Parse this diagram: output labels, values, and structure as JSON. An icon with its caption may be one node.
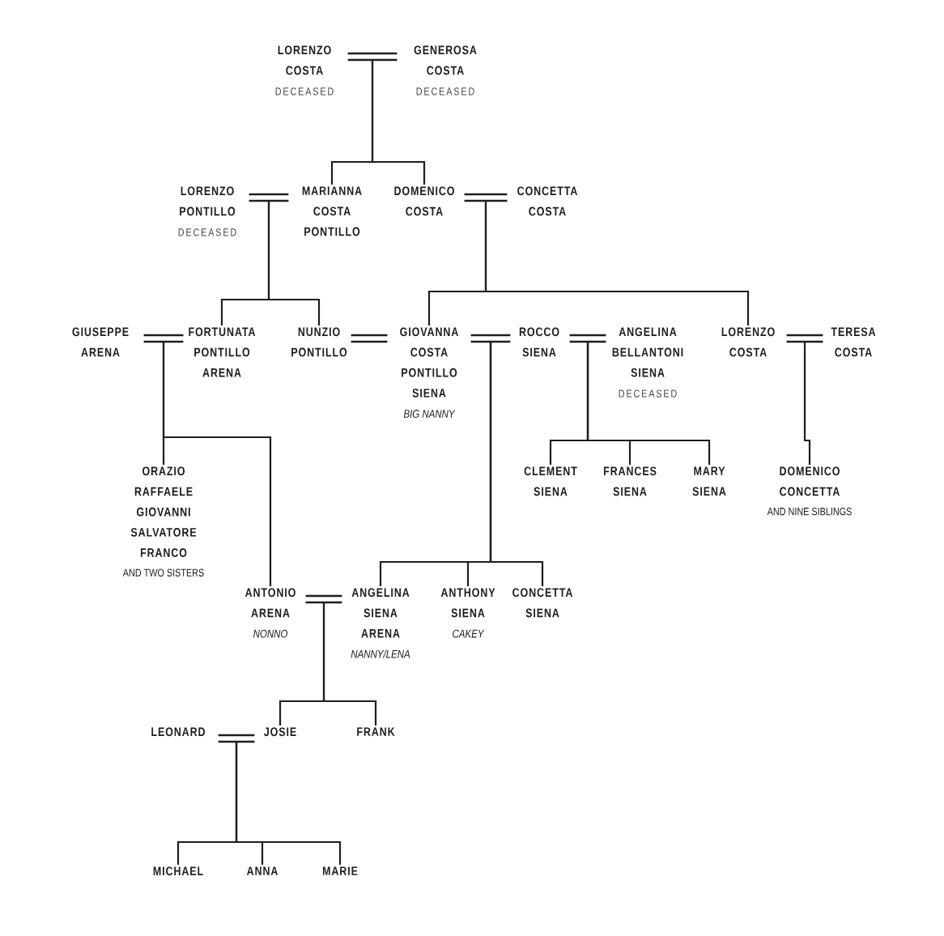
{
  "diagram": {
    "nodes": [
      {
        "text": [
          "LORENZO COSTA",
          "DECEASED"
        ]
      },
      {
        "text": [],
        "shape": "bar"
      },
      {
        "text": [
          "GENEROSA COSTA",
          "DECEASED"
        ]
      },
      {
        "text": [
          "LORENZO PONTILLO",
          "DECEASED"
        ]
      },
      {
        "text": [],
        "shape": "bar"
      },
      {
        "text": [
          "MARIANNA COSTA PONTILLO"
        ]
      },
      {
        "text": [
          "DOMENICO COSTA"
        ]
      },
      {
        "text": [],
        "shape": "bar"
      },
      {
        "text": [
          "CONCETTA COSTA"
        ]
      },
      {
        "text": [
          "GIUSEPPE ARENA"
        ]
      },
      {
        "text": [],
        "shape": "bar"
      },
      {
        "text": [
          "FORTUNATA PONTILLO ARENA"
        ]
      },
      {
        "text": [
          "NUNZIO PONTILLO"
        ]
      },
      {
        "text": [],
        "shape": "bar"
      },
      {
        "text": [
          "GIOVANNA COSTA PONTILLO SIENA",
          "BIG NANNY"
        ]
      },
      {
        "text": [],
        "shape": "bar"
      },
      {
        "text": [
          "ROCCO SIENA"
        ]
      },
      {
        "text": [],
        "shape": "bar"
      },
      {
        "text": [
          "ANGELINA BELLANTONI SIENA",
          "DECEASED"
        ]
      },
      {
        "text": [
          "LORENZO COSTA"
        ]
      },
      {
        "text": [],
        "shape": "bar"
      },
      {
        "text": [
          "TERESA COSTA"
        ]
      },
      {
        "text": [
          "ORAZIO RAFFAELE GIOVANNI SALVATORE FRANCO",
          "AND TWO SISTERS"
        ]
      },
      {
        "text": [
          "CLEMENT SIENA"
        ]
      },
      {
        "text": [
          "FRANCES SIENA"
        ]
      },
      {
        "text": [
          "MARY SIENA"
        ]
      },
      {
        "text": [
          "DOMENICO CONCETTA",
          "AND NINE SIBLINGS"
        ]
      },
      {
        "text": [
          "ANTONIO ARENA",
          "NONNO"
        ]
      },
      {
        "text": [],
        "shape": "bar"
      },
      {
        "text": [
          "ANGELINA SIENA ARENA",
          "NANNY/LENA"
        ]
      },
      {
        "text": [
          "ANTHONY SIENA",
          "CAKEY"
        ]
      },
      {
        "text": [
          "CONCETTA SIENA"
        ]
      },
      {
        "text": [
          "LEONARD"
        ]
      },
      {
        "text": [],
        "shape": "bar"
      },
      {
        "text": [
          "JOSIE"
        ]
      },
      {
        "text": [
          "FRANK"
        ]
      },
      {
        "text": [
          "MICHAEL"
        ]
      },
      {
        "text": [
          "ANNA"
        ]
      },
      {
        "text": [
          "MARIE"
        ]
      }
    ],
    "edges": [
      {
        "from": 1,
        "to": 5,
        "arrow": "none"
      },
      {
        "from": 1,
        "to": 6,
        "arrow": "none"
      },
      {
        "from": 4,
        "to": 11,
        "arrow": "none"
      },
      {
        "from": 4,
        "to": 12,
        "arrow": "none"
      },
      {
        "from": 7,
        "to": 14,
        "arrow": "none"
      },
      {
        "from": 7,
        "to": 19,
        "arrow": "none"
      },
      {
        "from": 10,
        "to": 22,
        "arrow": "none"
      },
      {
        "from": 10,
        "to": 27,
        "arrow": "none"
      },
      {
        "from": 17,
        "to": 23,
        "arrow": "none"
      },
      {
        "from": 17,
        "to": 24,
        "arrow": "none"
      },
      {
        "from": 17,
        "to": 25,
        "arrow": "none"
      },
      {
        "from": 20,
        "to": 26,
        "arrow": "none"
      },
      {
        "from": 15,
        "to": 29,
        "arrow": "none"
      },
      {
        "from": 15,
        "to": 30,
        "arrow": "none"
      },
      {
        "from": 15,
        "to": 31,
        "arrow": "none"
      },
      {
        "from": 28,
        "to": 34,
        "arrow": "none"
      },
      {
        "from": 28,
        "to": 35,
        "arrow": "none"
      },
      {
        "from": 33,
        "to": 36,
        "arrow": "none"
      },
      {
        "from": 33,
        "to": 37,
        "arrow": "none"
      },
      {
        "from": 33,
        "to": 38,
        "arrow": "none"
      }
    ]
  }
}
